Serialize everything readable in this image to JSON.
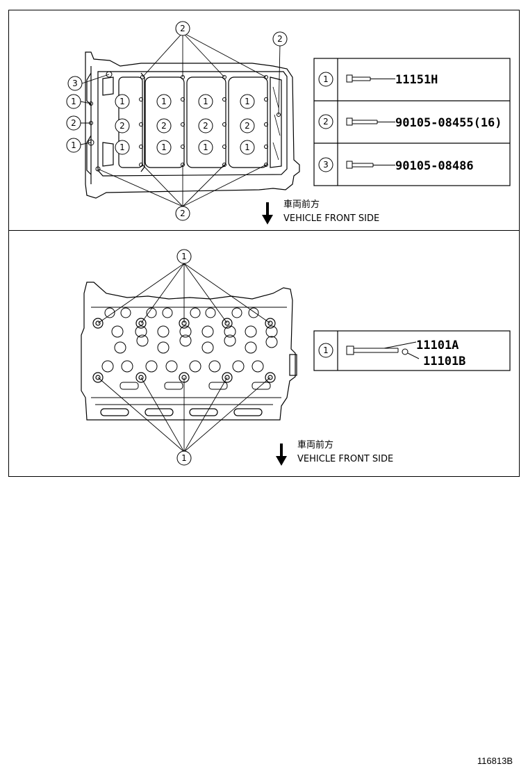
{
  "top_panel": {
    "callouts": {
      "c1": "1",
      "c2": "2",
      "c3": "3"
    },
    "direction_jp": "車両前方",
    "direction_en": "VEHICLE FRONT SIDE",
    "legend": [
      {
        "num": "1",
        "part": "11151H"
      },
      {
        "num": "2",
        "part": "90105-08455(16)"
      },
      {
        "num": "3",
        "part": "90105-08486"
      }
    ]
  },
  "bottom_panel": {
    "callout": "1",
    "direction_jp": "車両前方",
    "direction_en": "VEHICLE FRONT SIDE",
    "legend": [
      {
        "num": "1",
        "part_a": "11101A",
        "part_b": "11101B"
      }
    ]
  },
  "figure_id": "116813B",
  "colors": {
    "line": "#000000",
    "background": "#ffffff"
  }
}
